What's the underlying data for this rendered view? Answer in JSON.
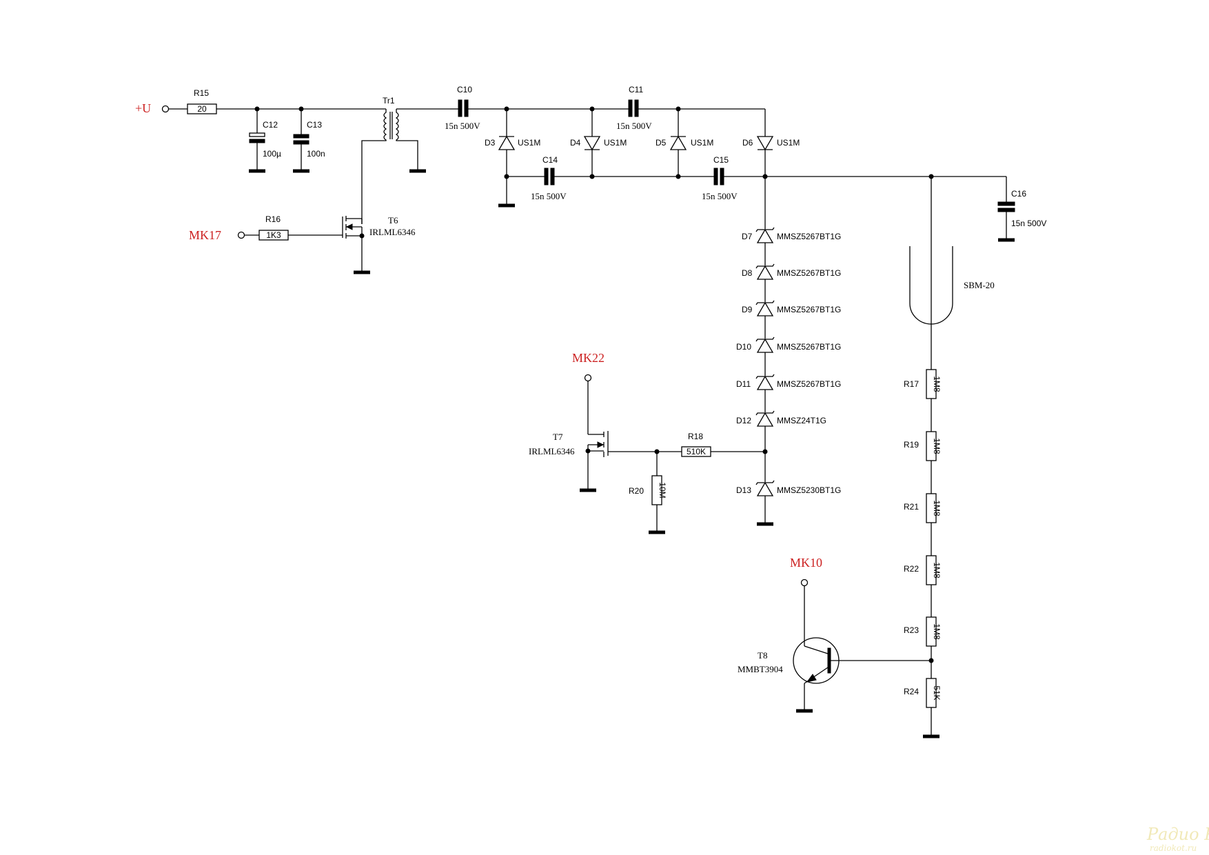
{
  "nets": {
    "supply": "+U",
    "mk17": "MK17",
    "mk22": "MK22",
    "mk10": "MK10"
  },
  "components": {
    "r15": {
      "ref": "R15",
      "value": "20"
    },
    "c12": {
      "ref": "C12",
      "value": "100µ"
    },
    "c13": {
      "ref": "C13",
      "value": "100n"
    },
    "tr1": {
      "ref": "Tr1"
    },
    "r16": {
      "ref": "R16",
      "value": "1K3"
    },
    "t6": {
      "ref": "T6",
      "part": "IRLML6346"
    },
    "c10": {
      "ref": "C10",
      "value": "15n 500V"
    },
    "c11": {
      "ref": "C11",
      "value": "15n 500V"
    },
    "c14": {
      "ref": "C14",
      "value": "15n 500V"
    },
    "c15": {
      "ref": "C15",
      "value": "15n 500V"
    },
    "c16": {
      "ref": "C16",
      "value": "15n 500V"
    },
    "d3": {
      "ref": "D3",
      "part": "US1M"
    },
    "d4": {
      "ref": "D4",
      "part": "US1M"
    },
    "d5": {
      "ref": "D5",
      "part": "US1M"
    },
    "d6": {
      "ref": "D6",
      "part": "US1M"
    },
    "d7": {
      "ref": "D7",
      "part": "MMSZ5267BT1G"
    },
    "d8": {
      "ref": "D8",
      "part": "MMSZ5267BT1G"
    },
    "d9": {
      "ref": "D9",
      "part": "MMSZ5267BT1G"
    },
    "d10": {
      "ref": "D10",
      "part": "MMSZ5267BT1G"
    },
    "d11": {
      "ref": "D11",
      "part": "MMSZ5267BT1G"
    },
    "d12": {
      "ref": "D12",
      "part": "MMSZ24T1G"
    },
    "d13": {
      "ref": "D13",
      "part": "MMSZ5230BT1G"
    },
    "t7": {
      "ref": "T7",
      "part": "IRLML6346"
    },
    "r18": {
      "ref": "R18",
      "value": "510K"
    },
    "r20": {
      "ref": "R20",
      "value": "10M"
    },
    "tube": {
      "ref": "SBM-20"
    },
    "r17": {
      "ref": "R17",
      "value": "1M8"
    },
    "r19": {
      "ref": "R19",
      "value": "1M8"
    },
    "r21": {
      "ref": "R21",
      "value": "1M8"
    },
    "r22": {
      "ref": "R22",
      "value": "1M8"
    },
    "r23": {
      "ref": "R23",
      "value": "1M8"
    },
    "r24": {
      "ref": "R24",
      "value": "51K"
    },
    "t8": {
      "ref": "T8",
      "part": "MMBT3904"
    }
  },
  "watermark": {
    "logo_text": "Радио КОТ",
    "site": "radiokot.ru"
  }
}
